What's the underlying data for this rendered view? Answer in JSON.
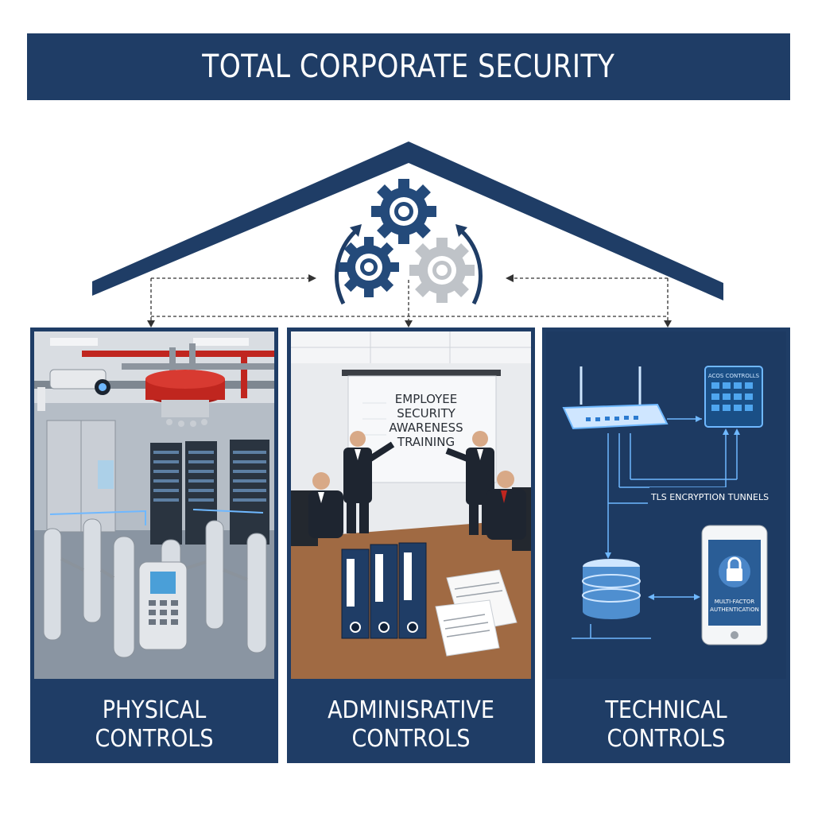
{
  "banner": {
    "title": "TOTAL CORPORATE SECURITY"
  },
  "panels": [
    {
      "id": "physical",
      "label_line1": "PHYSICAL",
      "label_line2": "CONTROLS"
    },
    {
      "id": "administrative",
      "label_line1": "ADMINISRATIVE",
      "label_line2": "CONTROLS",
      "board_text": [
        "EMPLOYEE",
        "SECURITY",
        "AWARENESS",
        "TRAINING"
      ]
    },
    {
      "id": "technical",
      "label_line1": "TECHNICAL",
      "label_line2": "CONTROLS",
      "tunnel_label": "TLS ENCRYPTION TUNNELS",
      "access_panel_label": "ACOS CONTROLLS",
      "mfa_line1": "MULTI-FACTOR",
      "mfa_line2": "AUTHENTICATION"
    }
  ],
  "colors": {
    "navy": "#1f3d66",
    "gear_blue": "#244a7a",
    "gear_gray": "#bfc3c8",
    "alarm_red": "#c0261f",
    "glow_blue": "#6fb8ff"
  },
  "icons": [
    "gear-icon",
    "cycle-arrow-icon",
    "security-camera-icon",
    "turnstile-icon",
    "keypad-icon",
    "binder-icon",
    "router-icon",
    "database-icon",
    "smartphone-icon",
    "lock-icon"
  ]
}
